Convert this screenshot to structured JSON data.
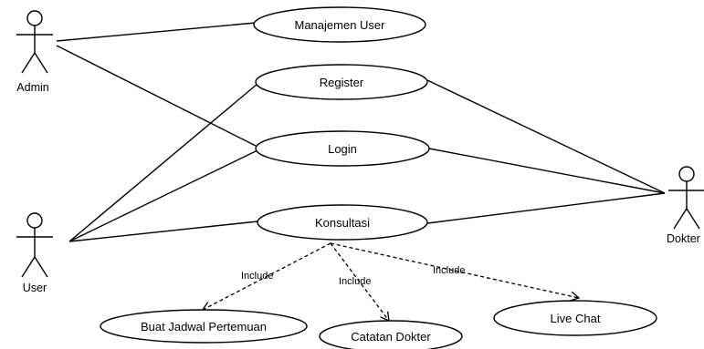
{
  "actors": {
    "admin": "Admin",
    "user": "User",
    "dokter": "Dokter"
  },
  "use_cases": {
    "manajemen_user": "Manajemen User",
    "register": "Register",
    "login": "Login",
    "konsultasi": "Konsultasi",
    "buat_jadwal": "Buat Jadwal Pertemuan",
    "catatan_dokter": "Catatan Dokter",
    "live_chat": "Live Chat"
  },
  "relations": {
    "include_1": "Include",
    "include_2": "Include",
    "include_3": "Include"
  }
}
